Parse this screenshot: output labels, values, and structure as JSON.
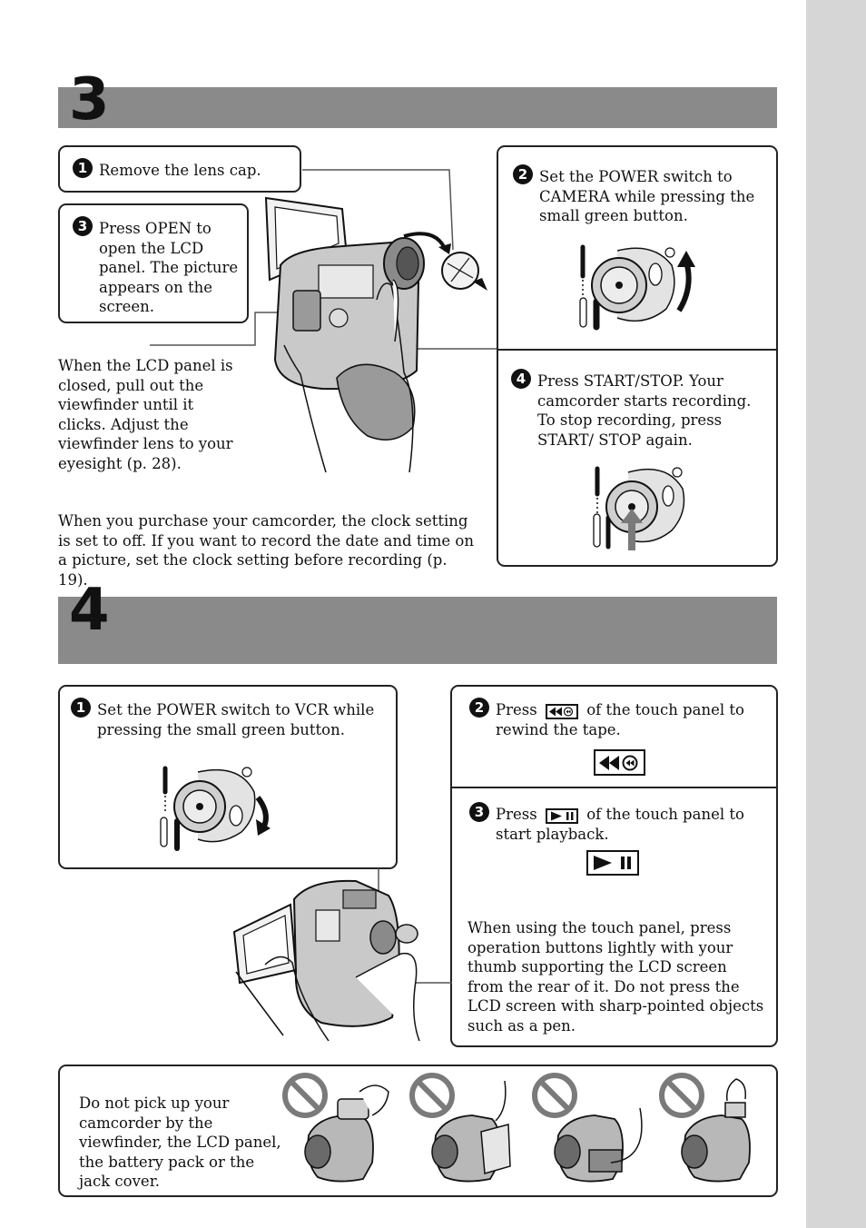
{
  "section3": {
    "number": "3",
    "step1": {
      "num": "1",
      "text": "Remove the lens cap."
    },
    "step2": {
      "num": "2",
      "text": "Set the POWER switch to CAMERA while pressing the small green button."
    },
    "step3": {
      "num": "3",
      "text": "Press OPEN to open the LCD panel. The picture appears on the screen."
    },
    "step4": {
      "num": "4",
      "text": "Press START/STOP. Your camcorder starts recording. To stop recording, press START/ STOP again."
    },
    "viewfinder_note": "When the LCD panel is closed, pull out the viewfinder until it clicks. Adjust the viewfinder lens to your eyesight (p. 28).",
    "clock_note": "When you purchase your camcorder, the clock setting is set to off. If you want to record the date and time on a picture, set the clock setting before recording (p. 19)."
  },
  "section4": {
    "number": "4",
    "step1": {
      "num": "1",
      "text": "Set the POWER switch to VCR while pressing the small green button."
    },
    "step2": {
      "num": "2",
      "text_before": "Press",
      "text_after": "of the touch panel to rewind the tape.",
      "icon": "rewind-icon"
    },
    "step3": {
      "num": "3",
      "text_before": "Press",
      "text_after": "of the touch panel to start playback.",
      "icon": "play-pause-icon"
    },
    "touch_note": "When using the touch panel, press operation buttons lightly with your thumb supporting the LCD screen from the rear of it. Do not press the LCD screen with sharp-pointed objects such as a pen."
  },
  "warning": {
    "text": "Do not pick up your camcorder by the viewfinder, the LCD panel, the battery pack or the jack cover.",
    "icons": [
      "no-viewfinder-icon",
      "no-lcd-panel-icon",
      "no-battery-pack-icon",
      "no-jack-cover-icon"
    ]
  },
  "colors": {
    "section_bar": "#8a8a8a",
    "side_strip": "#d6d6d6",
    "ink": "#111111"
  }
}
